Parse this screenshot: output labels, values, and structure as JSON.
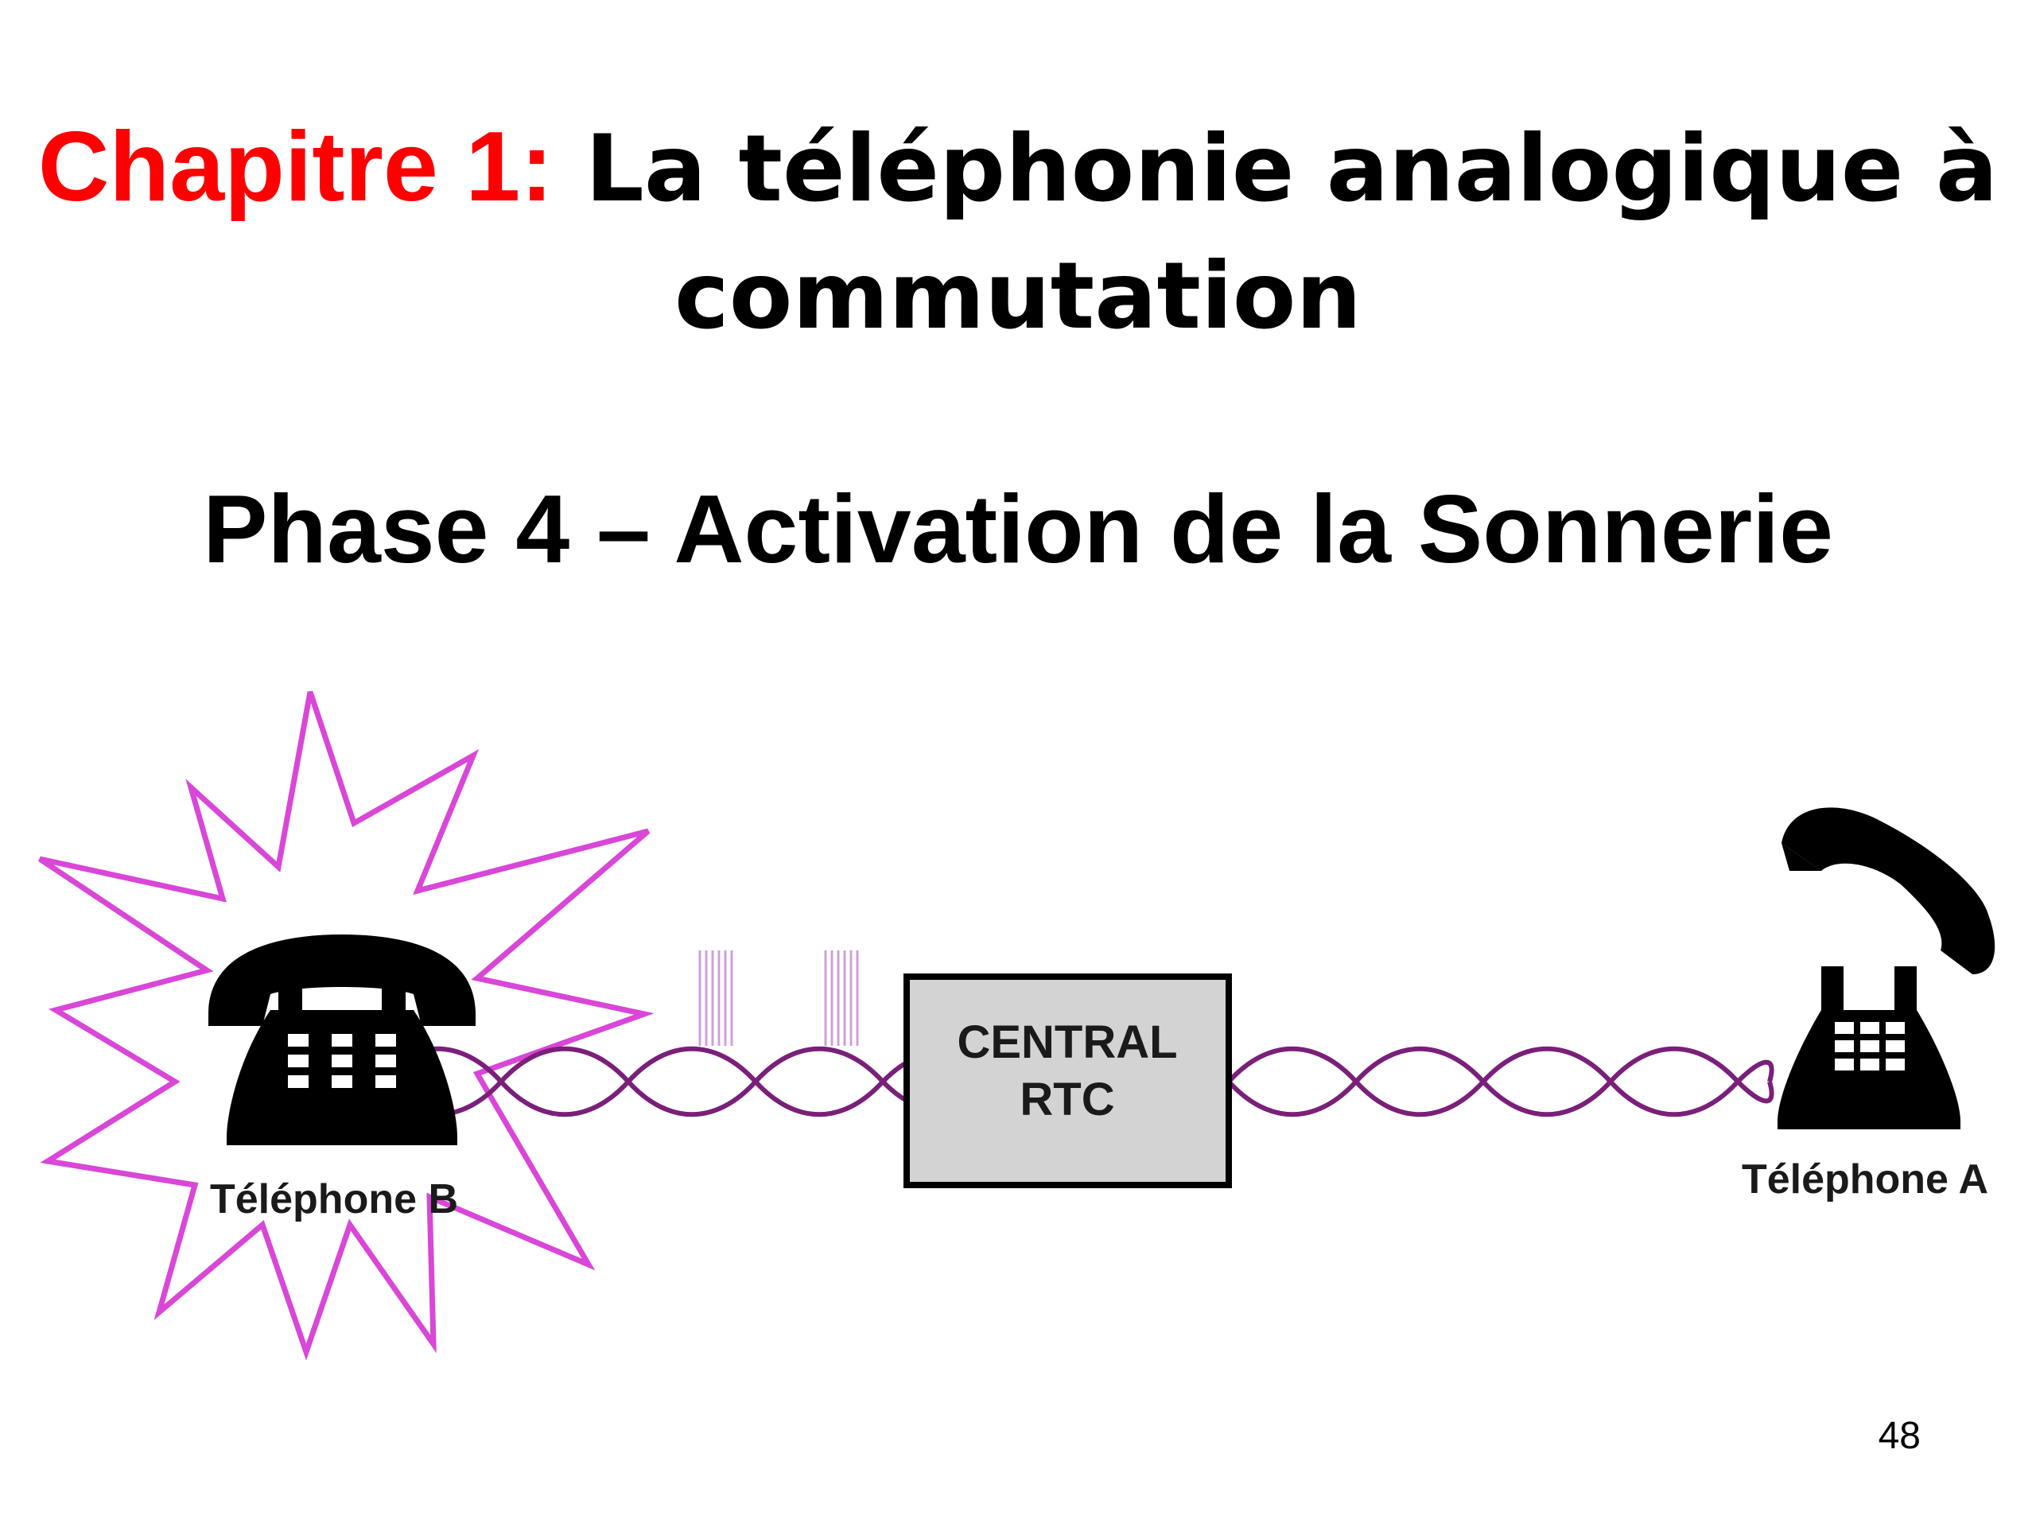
{
  "title": {
    "prefix": "Chapitre 1:",
    "text": "La téléphonie analogique à commutation"
  },
  "subtitle": "Phase 4 – Activation de la Sonnerie",
  "diagram": {
    "telephone_b_label": "Téléphone B",
    "telephone_a_label": "Téléphone A",
    "central_line1": "CENTRAL",
    "central_line2": "RTC",
    "colors": {
      "burst": "#d946d8",
      "wire": "#7a1f7a",
      "ring_marks": "#cfa0d8",
      "central_fill": "#d3d3d3"
    }
  },
  "page_number": "48"
}
